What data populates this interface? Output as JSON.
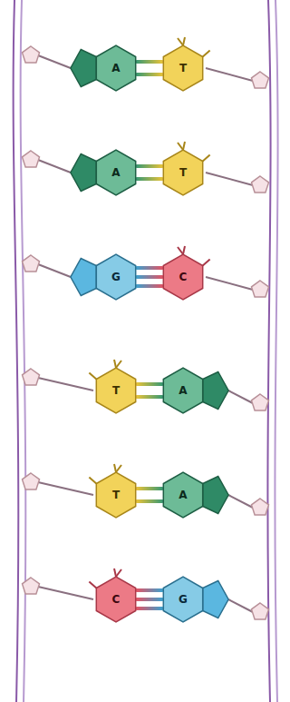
{
  "diagram": {
    "nodes": [
      {
        "text": [
          "A"
        ]
      },
      {
        "text": [
          "T"
        ]
      },
      {
        "text": [
          "A"
        ]
      },
      {
        "text": [
          "T"
        ]
      },
      {
        "text": [
          "G"
        ]
      },
      {
        "text": [
          "C"
        ]
      },
      {
        "text": [
          "T"
        ]
      },
      {
        "text": [
          "A"
        ]
      },
      {
        "text": [
          "T"
        ]
      },
      {
        "text": [
          "A"
        ]
      },
      {
        "text": [
          "C"
        ]
      },
      {
        "text": [
          "G"
        ]
      }
    ],
    "edges": [
      {
        "from": 0,
        "to": 1,
        "arrow": "none"
      },
      {
        "from": 2,
        "to": 3,
        "arrow": "none"
      },
      {
        "from": 4,
        "to": 5,
        "arrow": "none"
      },
      {
        "from": 6,
        "to": 7,
        "arrow": "none"
      },
      {
        "from": 8,
        "to": 9,
        "arrow": "none"
      },
      {
        "from": 10,
        "to": 11,
        "arrow": "none"
      }
    ]
  }
}
